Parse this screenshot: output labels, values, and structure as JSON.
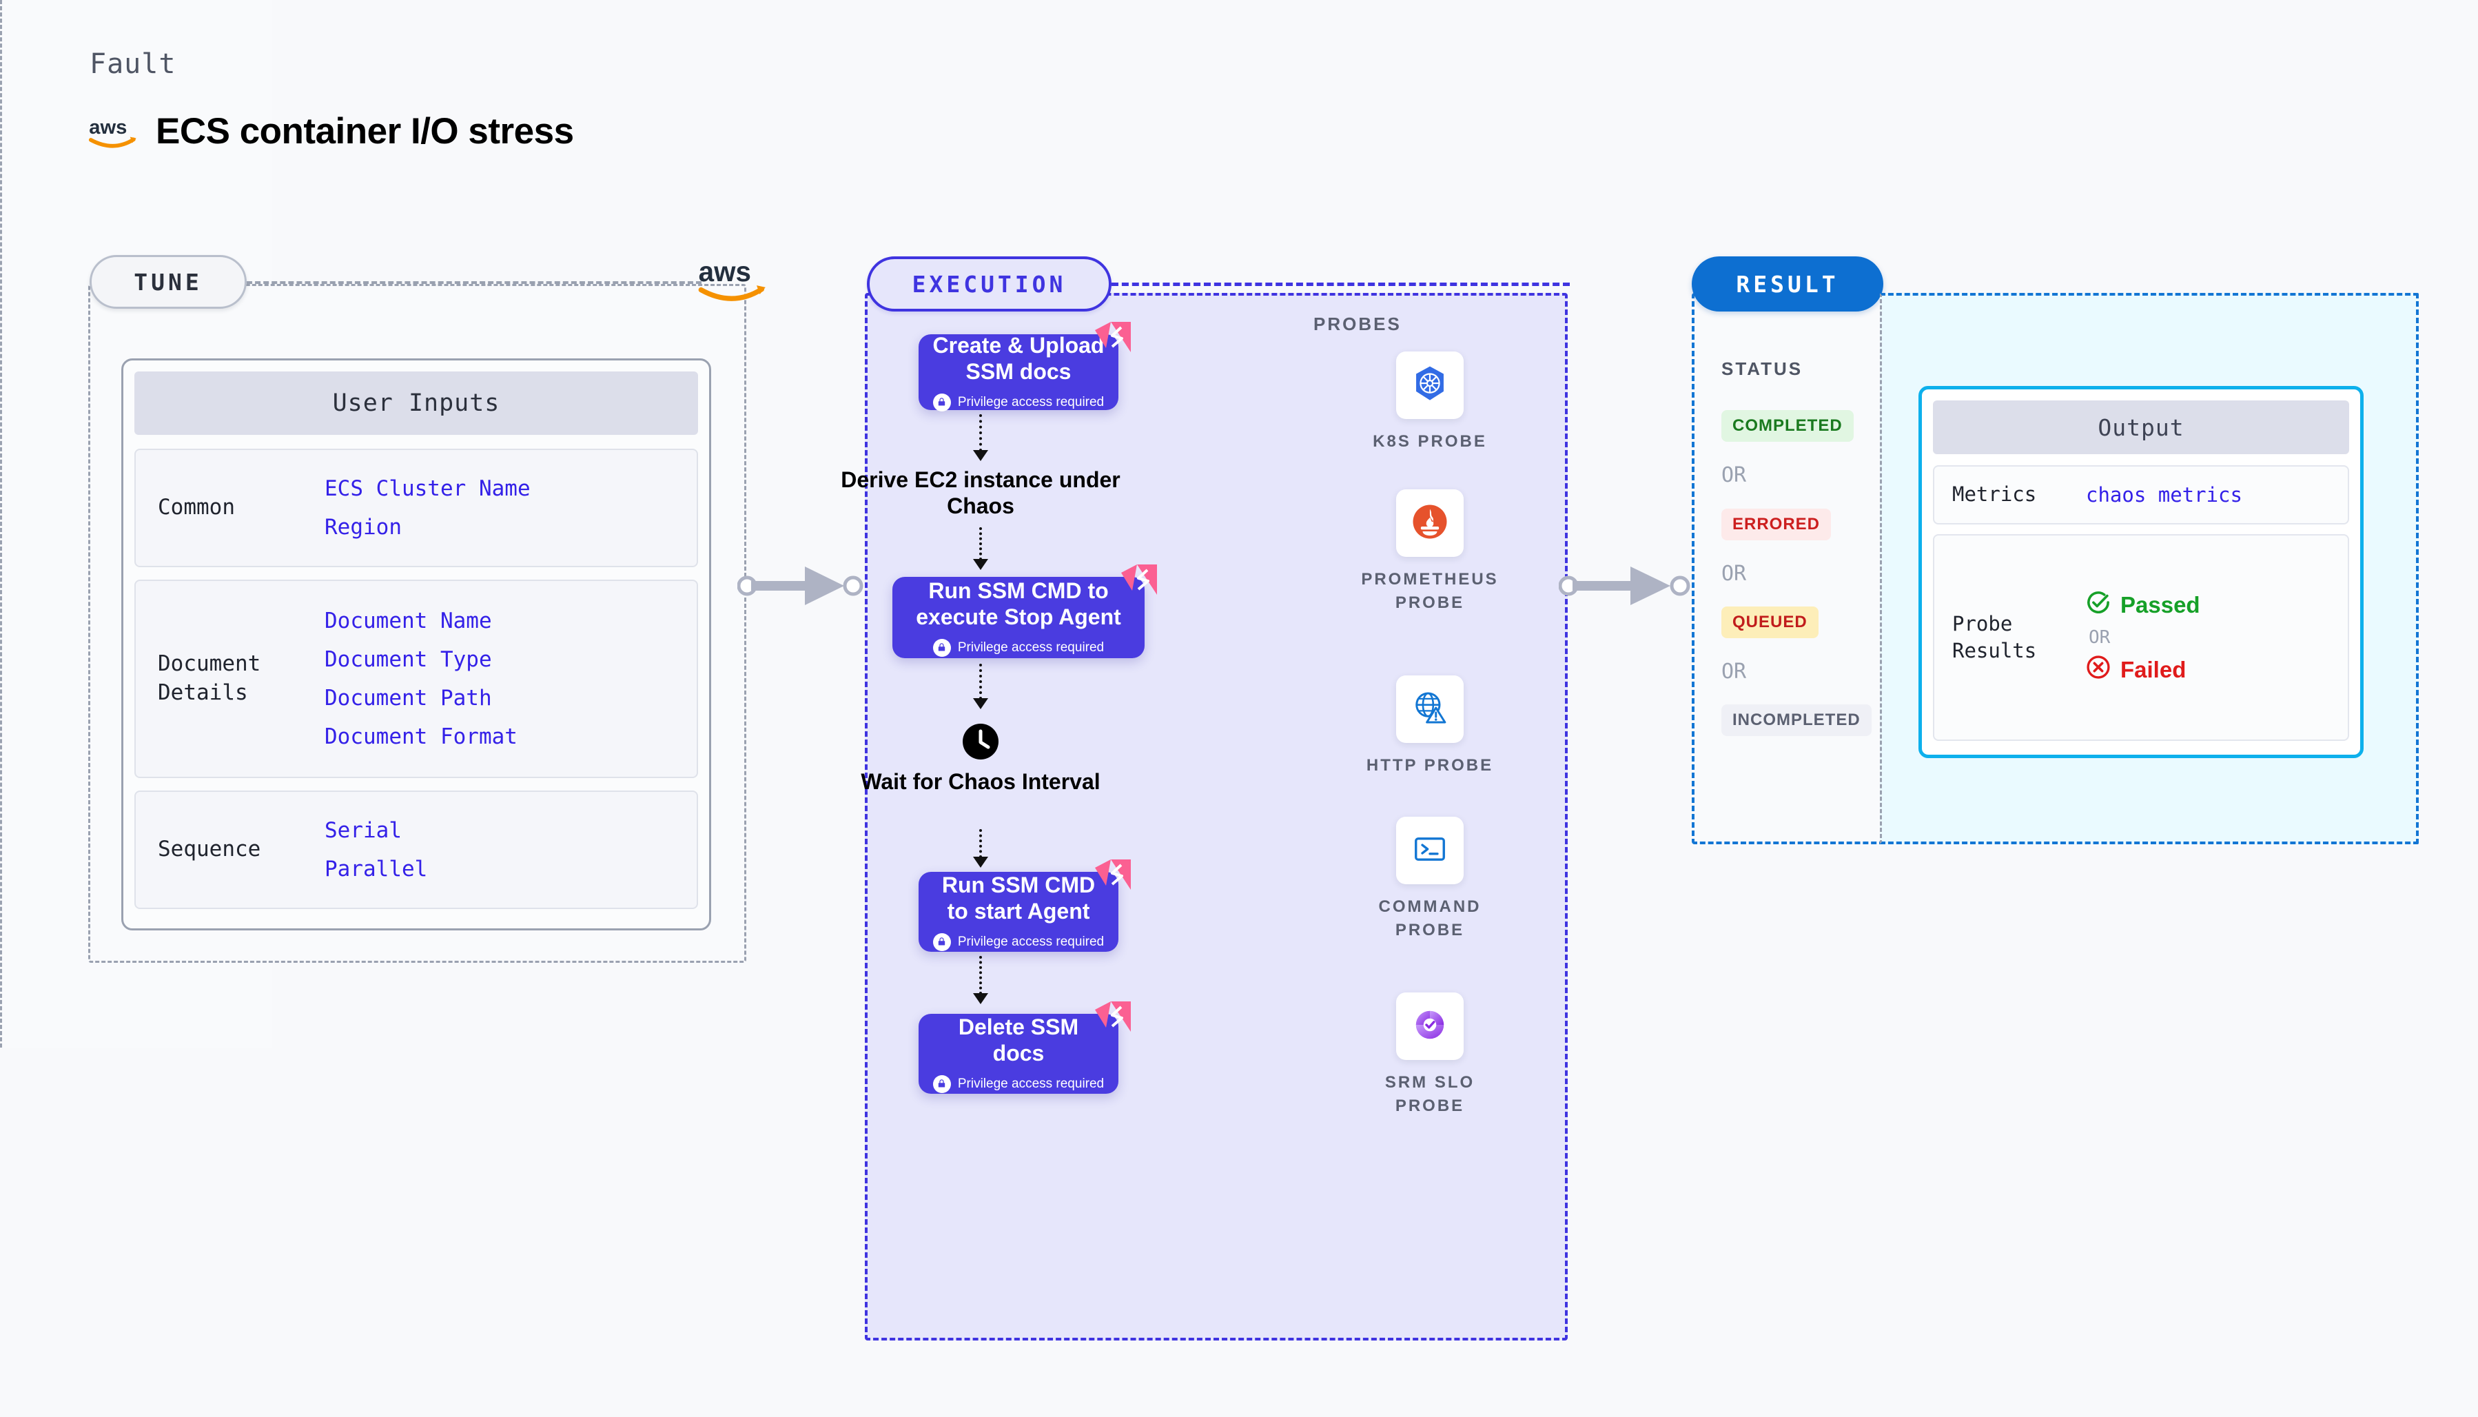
{
  "header": {
    "kicker": "Fault",
    "title": "ECS container I/O stress",
    "logo_icon": "aws-logo-icon"
  },
  "tune": {
    "pill_label": "TUNE",
    "aws_icon": "aws-logo-icon",
    "card_title": "User Inputs",
    "groups": [
      {
        "label": "Common",
        "values": [
          "ECS Cluster Name",
          "Region"
        ]
      },
      {
        "label": "Document Details",
        "values": [
          "Document Name",
          "Document Type",
          "Document Path",
          "Document Format"
        ]
      },
      {
        "label": "Sequence",
        "values": [
          "Serial",
          "Parallel"
        ]
      }
    ]
  },
  "execution": {
    "pill_label": "EXECUTION",
    "privilege_note": "Privilege access required",
    "steps": [
      {
        "kind": "node",
        "title": "Create & Upload SSM docs",
        "privileged": true,
        "chaos_badge": true
      },
      {
        "kind": "plain",
        "title": "Derive EC2 instance under Chaos",
        "icon": ""
      },
      {
        "kind": "node",
        "title": "Run SSM CMD to execute Stop Agent",
        "privileged": true,
        "chaos_badge": true
      },
      {
        "kind": "plain",
        "title": "Wait for Chaos Interval",
        "icon": "clock-icon"
      },
      {
        "kind": "node",
        "title": "Run SSM CMD to start Agent",
        "privileged": true,
        "chaos_badge": true
      },
      {
        "kind": "node",
        "title": "Delete SSM docs",
        "privileged": true,
        "chaos_badge": true
      }
    ]
  },
  "probes": {
    "title": "PROBES",
    "items": [
      {
        "name": "K8S PROBE",
        "icon": "kubernetes-icon"
      },
      {
        "name": "PROMETHEUS PROBE",
        "icon": "prometheus-icon"
      },
      {
        "name": "HTTP PROBE",
        "icon": "globe-warning-icon"
      },
      {
        "name": "COMMAND PROBE",
        "icon": "terminal-icon"
      },
      {
        "name": "SRM SLO PROBE",
        "icon": "slo-check-icon"
      }
    ]
  },
  "result": {
    "pill_label": "RESULT",
    "status_label": "STATUS",
    "or_text": "OR",
    "statuses": [
      {
        "label": "COMPLETED",
        "bg": "#e1f6e2",
        "fg": "#1a7a1f"
      },
      {
        "label": "ERRORED",
        "bg": "#fdeaea",
        "fg": "#cc1f1f"
      },
      {
        "label": "QUEUED",
        "bg": "#fdeeb9",
        "fg": "#c11c1c"
      },
      {
        "label": "INCOMPLETED",
        "bg": "#eff0f6",
        "fg": "#5b6071"
      }
    ]
  },
  "output": {
    "card_title": "Output",
    "metrics_label": "Metrics",
    "metrics_value": "chaos metrics",
    "probe_results_label": "Probe Results",
    "passed_label": "Passed",
    "failed_label": "Failed",
    "or_text": "OR",
    "passed_color": "#16a028",
    "failed_color": "#e01b1b"
  },
  "colors": {
    "accent_purple": "#4a3ce0",
    "accent_blue": "#0d6fd1",
    "accent_cyan": "#0db0ec",
    "chaos_pink": "#fb6092",
    "aws_orange": "#f59100"
  }
}
